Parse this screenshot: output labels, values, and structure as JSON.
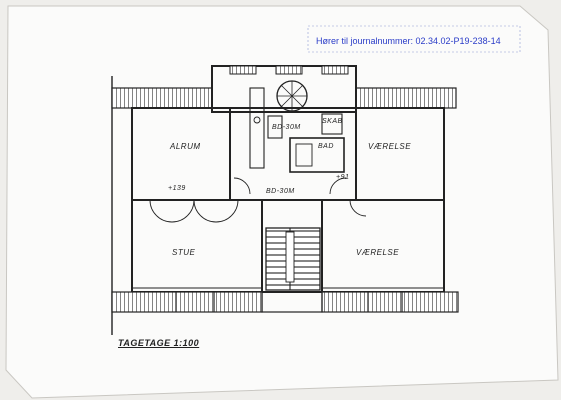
{
  "stamp": {
    "reference_text": "Hører til journalnummer: 02.34.02-P19-238-14",
    "color": "#2a3cc8"
  },
  "plan": {
    "caption": "TAGETAGE 1:100",
    "rooms": {
      "alrum": "ALRUM",
      "stue": "STUE",
      "vaerelse_upper": "VÆRELSE",
      "vaerelse_lower": "VÆRELSE",
      "bad": "BAD",
      "skab": "SKAB"
    },
    "heights": {
      "left": "+139",
      "right": "+91",
      "corridor": "BD-30M",
      "upper": "BD-30M"
    }
  }
}
